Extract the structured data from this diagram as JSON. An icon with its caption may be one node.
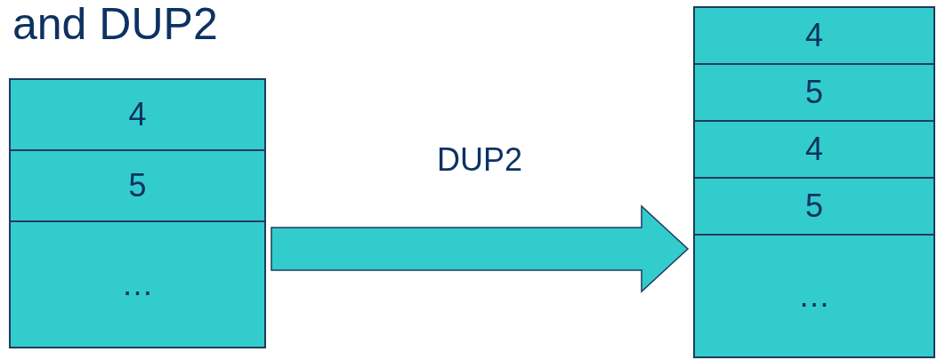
{
  "diagram": {
    "title": "and DUP2",
    "nodes": [
      {
        "text": [],
        "shape": "box"
      },
      {
        "text": [
          "4"
        ],
        "in": 0
      },
      {
        "text": [
          "5"
        ],
        "in": 0
      },
      {
        "text": [
          "…"
        ],
        "in": 0
      },
      {
        "text": [],
        "shape": "box"
      },
      {
        "text": [
          "4"
        ],
        "in": 4
      },
      {
        "text": [
          "5"
        ],
        "in": 4
      },
      {
        "text": [
          "4"
        ],
        "in": 4
      },
      {
        "text": [
          "5"
        ],
        "in": 4
      },
      {
        "text": [
          "…"
        ],
        "in": 4
      }
    ],
    "edges": [
      {
        "from": 0,
        "to": 4,
        "arrow": "to",
        "label": "DUP2"
      }
    ]
  }
}
